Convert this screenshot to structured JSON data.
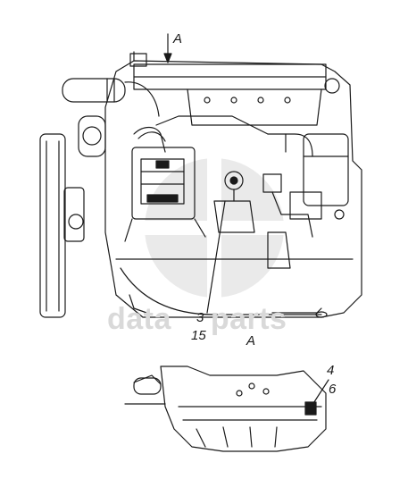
{
  "view_label_top": "A",
  "view_label_bottom": "A",
  "callouts": {
    "c3": "3",
    "c15": "15",
    "c4": "4",
    "c6": "6"
  },
  "watermark": {
    "left": "data",
    "right": "parts"
  },
  "colors": {
    "line": "#1a1a1a",
    "watermark": "#d6d6d6"
  }
}
